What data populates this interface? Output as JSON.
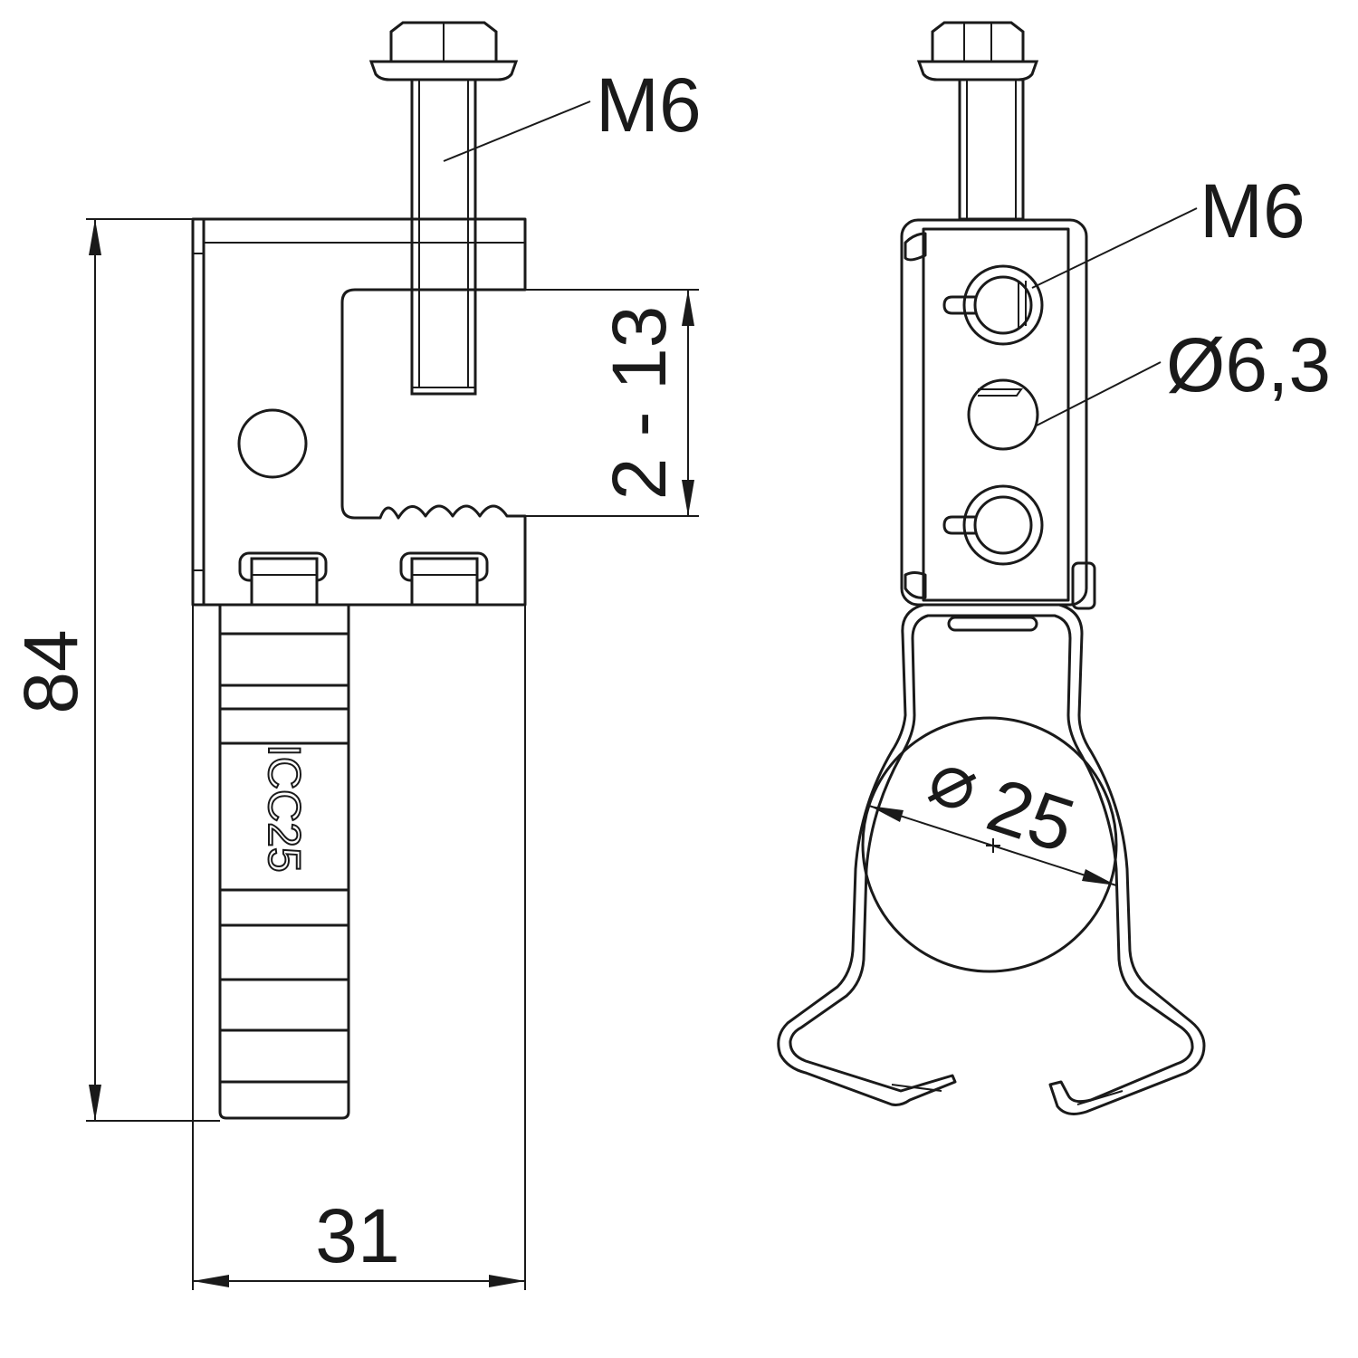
{
  "drawing": {
    "side_view": {
      "bolt_label": "M6",
      "clamp_range_label": "2 - 13",
      "height_label": "84",
      "width_label": "31",
      "embossed_text": "ICC25"
    },
    "front_view": {
      "thread_label": "M6",
      "hole_label": "Ø6,3",
      "pipe_diameter_symbol": "⌀",
      "pipe_diameter_label": "25"
    },
    "line_color": "#1a1a1a"
  }
}
